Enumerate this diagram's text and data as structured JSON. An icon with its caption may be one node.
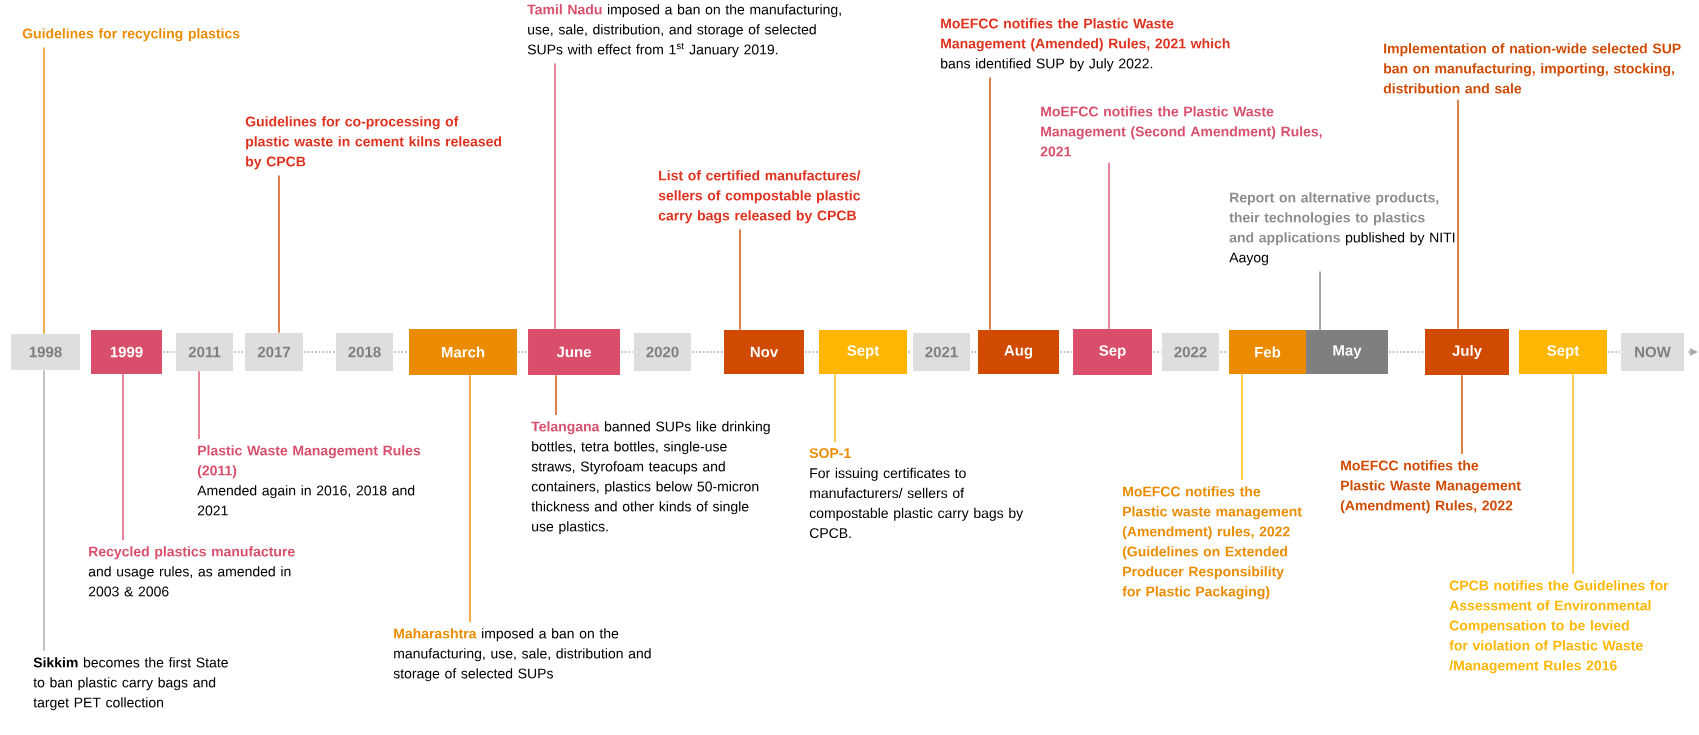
{
  "diagram": {
    "nodes": [
      {
        "text": [
          "1998"
        ]
      },
      {
        "text": [
          "1999"
        ]
      },
      {
        "text": [
          "2011"
        ]
      },
      {
        "text": [
          "2017"
        ]
      },
      {
        "text": [
          "2018"
        ]
      },
      {
        "text": [
          "March"
        ]
      },
      {
        "text": [
          "June"
        ]
      },
      {
        "text": [
          "2020"
        ]
      },
      {
        "text": [
          "Nov"
        ]
      },
      {
        "text": [
          "Sept"
        ]
      },
      {
        "text": [
          "2021"
        ]
      },
      {
        "text": [
          "Aug"
        ]
      },
      {
        "text": [
          "Sep"
        ]
      },
      {
        "text": [
          "2022"
        ]
      },
      {
        "text": [
          "Feb"
        ]
      },
      {
        "text": [
          "May"
        ]
      },
      {
        "text": [
          "July"
        ]
      },
      {
        "text": [
          "Sept"
        ]
      },
      {
        "text": [
          "NOW"
        ]
      },
      {
        "text": [
          "Guidelines for recycling plastics"
        ]
      },
      {
        "text": [
          "**Sikkim** becomes the first State to ban plastic carry bags and target PET collection"
        ]
      },
      {
        "text": [
          "**Recycled plastics manufacture** and usage rules, as amended in 2003 & 2006"
        ]
      },
      {
        "text": [
          "Plastic Waste Management Rules (2011)",
          "Amended again in 2016, 2018 and 2021"
        ]
      },
      {
        "text": [
          "Guidelines for co-processing of plastic waste in cement kilns released by CPCB"
        ]
      },
      {
        "text": [
          "**Tamil Nadu** imposed a ban on the manufacturing, use, sale, distribution, and storage of selected SUPs with effect from 1$^{st}$ January 2019."
        ]
      },
      {
        "text": [
          "**Maharashtra** imposed a ban on the manufacturing, use, sale, distribution and storage of selected SUPs"
        ]
      },
      {
        "text": [
          "**Telangana** banned SUPs like drinking bottles, tetra bottles, single-use straws, Styrofoam teacups and containers, plastics below 50-micron thickness and other kinds of single use plastics."
        ]
      },
      {
        "text": [
          "List of certified manufactures/ sellers of compostable plastic carry bags released by CPCB"
        ]
      },
      {
        "text": [
          "SOP-1",
          "For issuing certificates to manufacturers/ sellers of compostable plastic carry bags by CPCB."
        ]
      },
      {
        "text": [
          "**MoEFCC notifies the Plastic Waste Management (Amended) Rules, 2021 which** bans identified SUP by July 2022."
        ]
      },
      {
        "text": [
          "MoEFCC notifies the Plastic Waste Management (Second Amendment) Rules, 2021"
        ]
      },
      {
        "text": [
          "**Report on alternative products, their technologies to plastics and applications** published by NITI Aayog"
        ]
      },
      {
        "text": [
          "Implementation of nation-wide selected SUP ban on manufacturing, importing, stocking, distribution and sale"
        ]
      },
      {
        "text": [
          "MoEFCC notifies the Plastic waste management (Amendment) rules, 2022 (Guidelines on Extended Producer Responsibility for Plastic Packaging)"
        ]
      },
      {
        "text": [
          "MoEFCC notifies the Plastic Waste Management (Amendment) Rules, 2022"
        ]
      },
      {
        "text": [
          "CPCB notifies the Guidelines for Assessment of Environmental Compensation to be levied for violation of Plastic Waste /Management Rules 2016"
        ]
      }
    ],
    "edges": [
      {
        "from": 19,
        "to": 0,
        "arrow": "none",
        "color": "#eb8c00"
      },
      {
        "from": 20,
        "to": 0,
        "arrow": "none",
        "color": "#a6a6a6"
      },
      {
        "from": 21,
        "to": 1,
        "arrow": "none",
        "color": "#d94f6b"
      },
      {
        "from": 22,
        "to": 2,
        "arrow": "none",
        "color": "#d94f6b"
      },
      {
        "from": 23,
        "to": 3,
        "arrow": "none",
        "color": "#d04a02"
      },
      {
        "from": 24,
        "to": 6,
        "arrow": "none",
        "color": "#d94f6b"
      },
      {
        "from": 25,
        "to": 5,
        "arrow": "none",
        "color": "#eb8c00"
      },
      {
        "from": 26,
        "to": 6,
        "arrow": "none",
        "color": "#d04a02"
      },
      {
        "from": 27,
        "to": 8,
        "arrow": "none",
        "color": "#d04a02"
      },
      {
        "from": 28,
        "to": 9,
        "arrow": "none",
        "color": "#ffb600"
      },
      {
        "from": 29,
        "to": 11,
        "arrow": "none",
        "color": "#d04a02"
      },
      {
        "from": 30,
        "to": 12,
        "arrow": "none",
        "color": "#d94f6b"
      },
      {
        "from": 31,
        "to": 15,
        "arrow": "none",
        "color": "#7f7f7f"
      },
      {
        "from": 32,
        "to": 16,
        "arrow": "none",
        "color": "#d04a02"
      },
      {
        "from": 33,
        "to": 14,
        "arrow": "none",
        "color": "#ffb600"
      },
      {
        "from": 34,
        "to": 16,
        "arrow": "none",
        "color": "#d04a02"
      },
      {
        "from": 35,
        "to": 17,
        "arrow": "none",
        "color": "#ffb600"
      },
      {
        "from": 1,
        "to": 2,
        "arrow": "none",
        "style": "dashed"
      },
      {
        "from": 2,
        "to": 3,
        "arrow": "none",
        "style": "dashed"
      },
      {
        "from": 3,
        "to": 4,
        "arrow": "none",
        "style": "dashed"
      },
      {
        "from": 4,
        "to": 5,
        "arrow": "none",
        "style": "dashed"
      },
      {
        "from": 5,
        "to": 6,
        "arrow": "none",
        "style": "dashed"
      },
      {
        "from": 6,
        "to": 7,
        "arrow": "none",
        "style": "dashed"
      },
      {
        "from": 7,
        "to": 8,
        "arrow": "none",
        "style": "dashed"
      },
      {
        "from": 8,
        "to": 9,
        "arrow": "none",
        "style": "dashed"
      },
      {
        "from": 9,
        "to": 10,
        "arrow": "none",
        "style": "dashed"
      },
      {
        "from": 10,
        "to": 11,
        "arrow": "none",
        "style": "dashed"
      },
      {
        "from": 11,
        "to": 12,
        "arrow": "none",
        "style": "dashed"
      },
      {
        "from": 12,
        "to": 13,
        "arrow": "none",
        "style": "dashed"
      },
      {
        "from": 13,
        "to": 14,
        "arrow": "none",
        "style": "dashed"
      },
      {
        "from": 15,
        "to": 16,
        "arrow": "none",
        "style": "dashed"
      },
      {
        "from": 17,
        "to": 18,
        "arrow": "none",
        "style": "dashed"
      },
      {
        "from": 18,
        "to": null,
        "arrow": "to",
        "style": "dashed"
      }
    ]
  }
}
